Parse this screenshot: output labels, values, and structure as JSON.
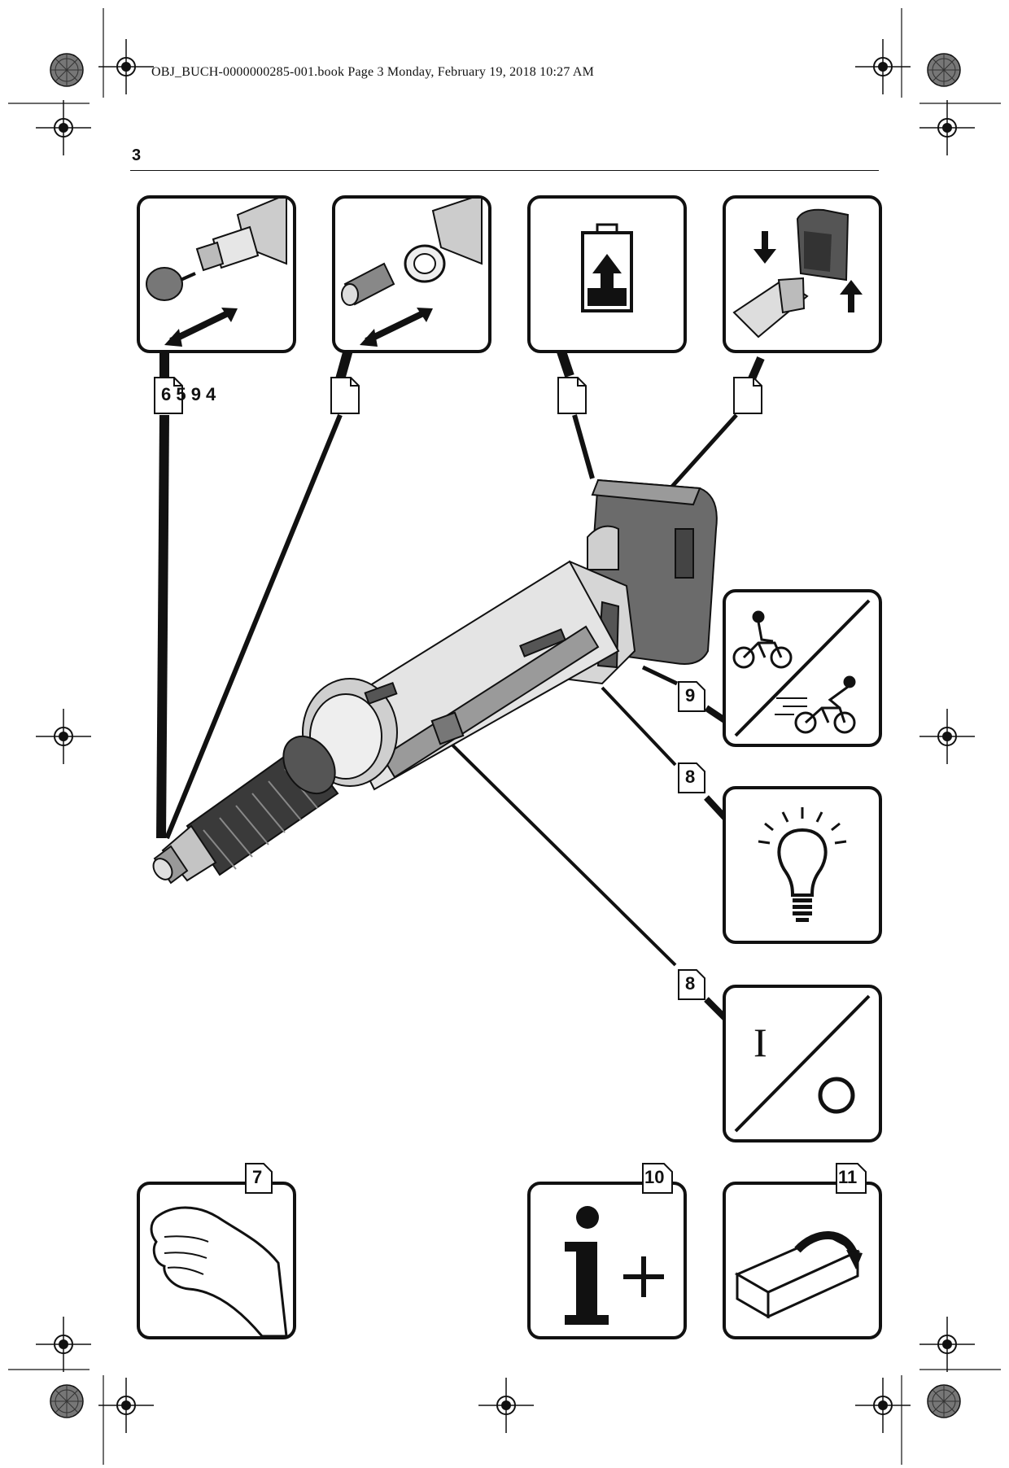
{
  "header": {
    "print_info": "OBJ_BUCH-0000000285-001.book  Page 3  Monday, February 19, 2018  10:27 AM"
  },
  "page": {
    "number": "3"
  },
  "references": {
    "collet_tool": "6 5 9 4",
    "speed": "9",
    "light": "8",
    "switch": "8",
    "hand": "7",
    "info": "10",
    "box": "11"
  },
  "switch_panel": {
    "on_symbol": "I"
  },
  "icons": {
    "registration": "registration-mark-icon",
    "color_wheel": "color-wheel-icon",
    "document": "document-icon",
    "battery_charge": "battery-charge-icon",
    "battery_insert": "battery-insert-icon",
    "bicycle_speed": "bicycle-speed-icon",
    "light_bulb": "light-bulb-icon",
    "on_off": "on-off-switch-icon",
    "hand": "hand-icon",
    "info_plus": "info-plus-icon",
    "open_box": "open-box-icon"
  }
}
